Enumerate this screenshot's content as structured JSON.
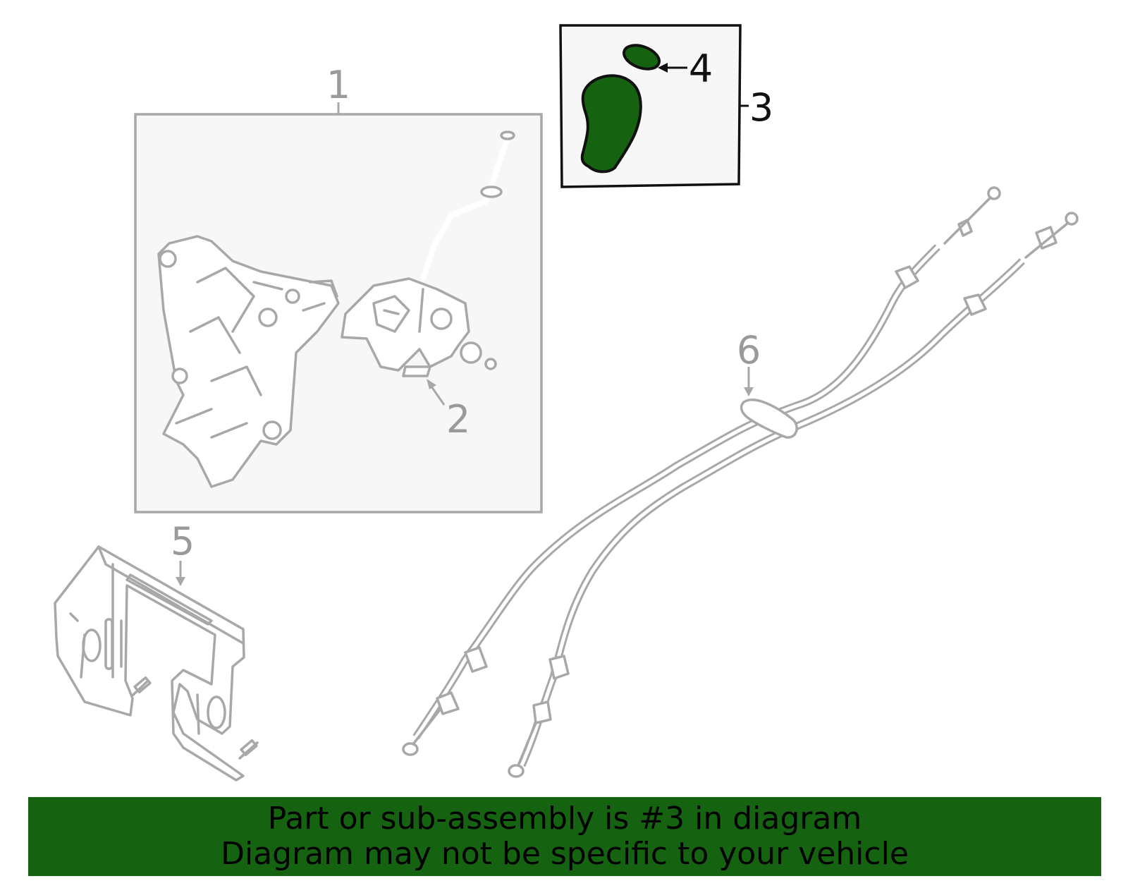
{
  "callouts": {
    "c1": "1",
    "c2": "2",
    "c3": "3",
    "c4": "4",
    "c5": "5",
    "c6": "6"
  },
  "highlight_color": "#156311",
  "part_color": "#a8a8a8",
  "banner": {
    "line1": "Part or sub-assembly is #3 in diagram",
    "line2": "Diagram may not be specific to your vehicle"
  }
}
